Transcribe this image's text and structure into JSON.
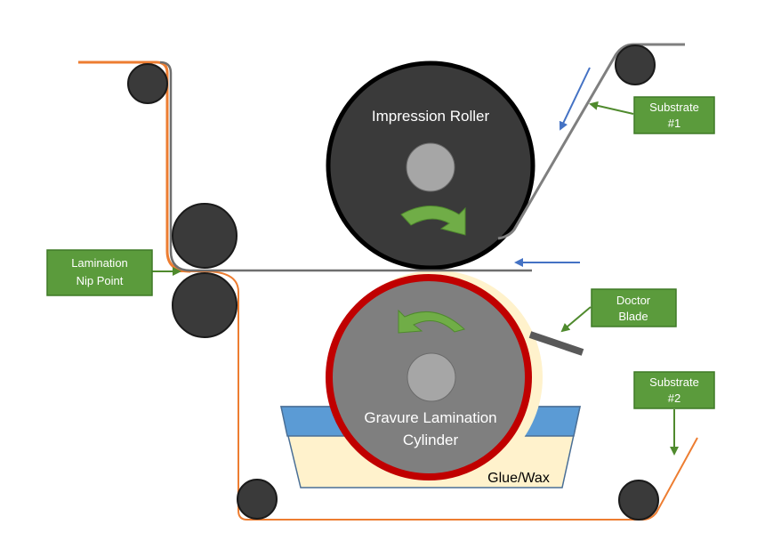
{
  "labels": {
    "impression_roller": "Impression Roller",
    "gravure_line1": "Gravure Lamination",
    "gravure_line2": "Cylinder",
    "glue": "Glue/Wax",
    "nip_line1": "Lamination",
    "nip_line2": "Nip Point",
    "doctor_line1": "Doctor",
    "doctor_line2": "Blade",
    "sub1_line1": "Substrate",
    "sub1_line2": "#1",
    "sub2_line1": "Substrate",
    "sub2_line2": "#2"
  },
  "colors": {
    "label_box": "#5b9b3c",
    "label_box_border": "#3f7a27",
    "roller_dark": "#3a3a3a",
    "impression_rim": "#000000",
    "gravure_body": "#7f7f7f",
    "gravure_rim": "#c00000",
    "hub": "#a6a6a6",
    "rotation_arrow": "#70ad47",
    "substrate1_web": "#7f7f7f",
    "substrate2_web": "#ed7d31",
    "direction_arrow": "#4472c4",
    "glue_fill": "#fff2cc",
    "vat_top": "#5b9bd5",
    "doctor_blade": "#595959"
  }
}
